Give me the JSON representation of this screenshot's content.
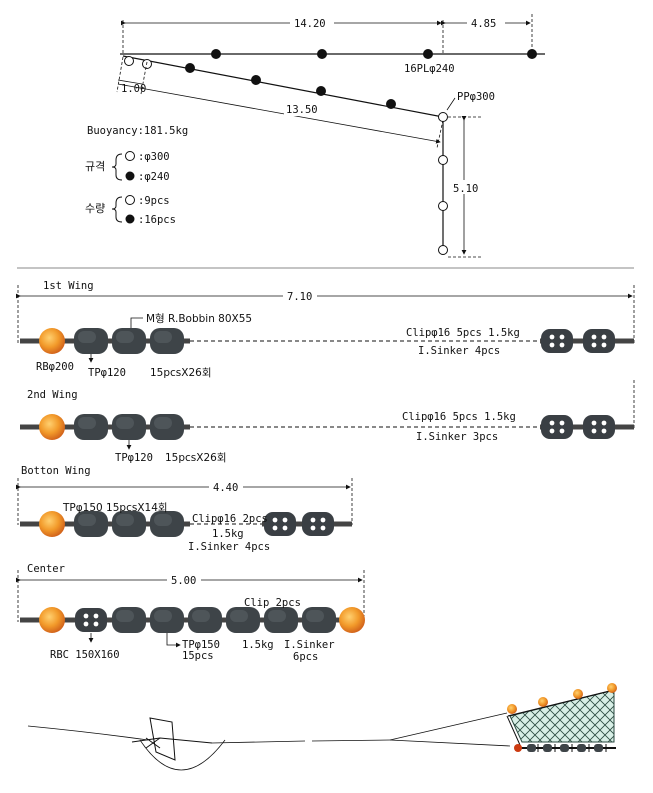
{
  "float_line": {
    "dim_top_left": "14.20",
    "dim_top_right": "4.85",
    "dim_angle": "13.50",
    "dim_small": "1.00",
    "dim_vertical": "5.10",
    "float_small": "16PLφ240",
    "float_large": "PPφ300"
  },
  "legend": {
    "buoyancy": "Buoyancy:181.5kg",
    "spec_label": "규격",
    "spec_open": ":φ300",
    "spec_filled": ":φ240",
    "qty_label": "수량",
    "qty_open": ":9pcs",
    "qty_filled": ":16pcs"
  },
  "wing1": {
    "title": "1st  Wing",
    "length": "7.10",
    "bobbin": "M형 R.Bobbin 80X55",
    "rb": "RBφ200",
    "tp": "TPφ120",
    "count": "15pcsX26회",
    "clip": "Clipφ16 5pcs 1.5kg",
    "sinker": "I.Sinker 4pcs"
  },
  "wing2": {
    "title": "2nd  Wing",
    "tp": "TPφ120",
    "count": "15pcsX26회",
    "clip": "Clipφ16 5pcs 1.5kg",
    "sinker": "I.Sinker 3pcs"
  },
  "wing_bottom": {
    "title": "Botton Wing",
    "length": "4.40",
    "tp": "TPφ150 15pcsX14회",
    "clip": "Clipφ16 2pcs",
    "weight": "1.5kg",
    "sinker": "I.Sinker 4pcs"
  },
  "center": {
    "title": "Center",
    "length": "5.00",
    "clip": "Clip 2pcs",
    "rbc": "RBC 150X160",
    "tp": "TPφ150",
    "tp_count": "15pcs",
    "weight": "1.5kg",
    "sinker": "I.Sinker",
    "sinker_count": "6pcs"
  }
}
